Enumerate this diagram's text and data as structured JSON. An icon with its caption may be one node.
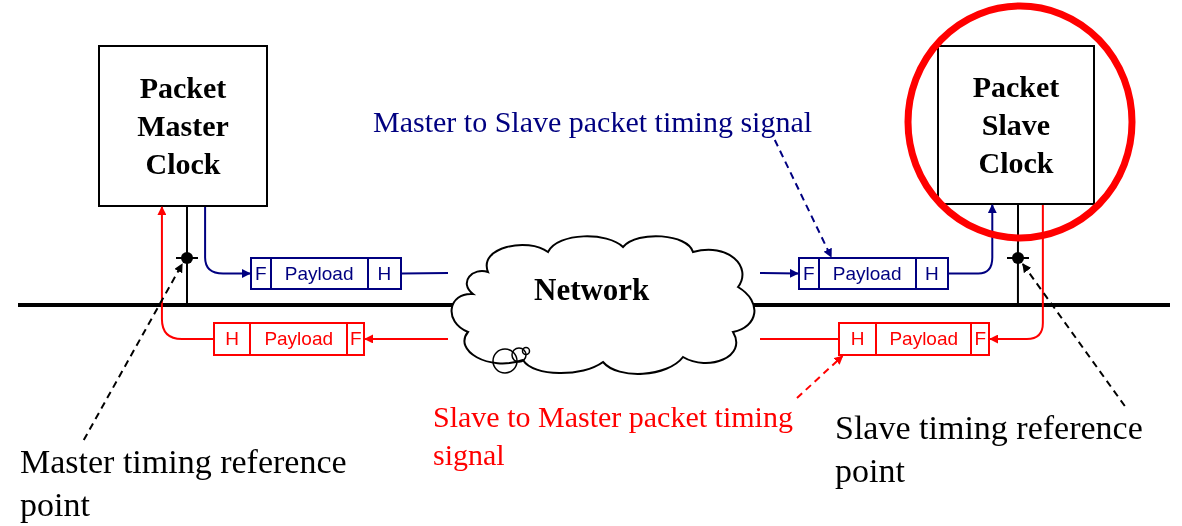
{
  "diagram": {
    "nodes": [
      {
        "text": [
          "Packet Master Clock"
        ]
      },
      {
        "text": [
          "Packet Slave Clock"
        ]
      },
      {
        "text": [],
        "shape": "circle"
      },
      {
        "text": [],
        "shape": "circle"
      },
      {
        "text": [
          "F",
          "Payload",
          "H"
        ]
      },
      {
        "text": [
          "F",
          "Payload",
          "H"
        ]
      },
      {
        "text": [
          "H",
          "Payload",
          "F"
        ]
      },
      {
        "text": [
          "H",
          "Payload",
          "F"
        ]
      },
      {
        "text": [
          "Network"
        ]
      },
      {
        "text": [
          "Master to Slave packet timing signal"
        ]
      },
      {
        "text": [
          "Slave to Master packet timing signal"
        ]
      },
      {
        "text": [
          "Master timing reference point"
        ]
      },
      {
        "text": [
          "Slave timing reference point"
        ]
      },
      {
        "text": [],
        "shape": "bar"
      }
    ],
    "edges": [
      {
        "from": 0,
        "to": 4,
        "arrow": "to",
        "color": "#000080"
      },
      {
        "from": 4,
        "to": 8,
        "arrow": "none",
        "color": "#000080"
      },
      {
        "from": 8,
        "to": 5,
        "arrow": "to",
        "color": "#000080"
      },
      {
        "from": 5,
        "to": 1,
        "arrow": "to",
        "color": "#000080"
      },
      {
        "from": 1,
        "to": 6,
        "arrow": "to",
        "color": "#ff0000"
      },
      {
        "from": 6,
        "to": 8,
        "arrow": "none",
        "color": "#ff0000"
      },
      {
        "from": 8,
        "to": 7,
        "arrow": "to",
        "color": "#ff0000"
      },
      {
        "from": 7,
        "to": 0,
        "arrow": "to",
        "color": "#ff0000"
      },
      {
        "from": 9,
        "to": 5,
        "arrow": "to",
        "style": "dashed",
        "color": "#000080"
      },
      {
        "from": 10,
        "to": 6,
        "arrow": "to",
        "style": "dashed",
        "color": "#ff0000"
      },
      {
        "from": 11,
        "to": 2,
        "arrow": "to",
        "style": "dashed",
        "color": "#000000"
      },
      {
        "from": 12,
        "to": 3,
        "arrow": "to",
        "style": "dashed",
        "color": "#000000"
      },
      {
        "from": 0,
        "to": 13,
        "arrow": "none",
        "color": "#000000"
      },
      {
        "from": 1,
        "to": 13,
        "arrow": "none",
        "color": "#000000"
      }
    ]
  }
}
